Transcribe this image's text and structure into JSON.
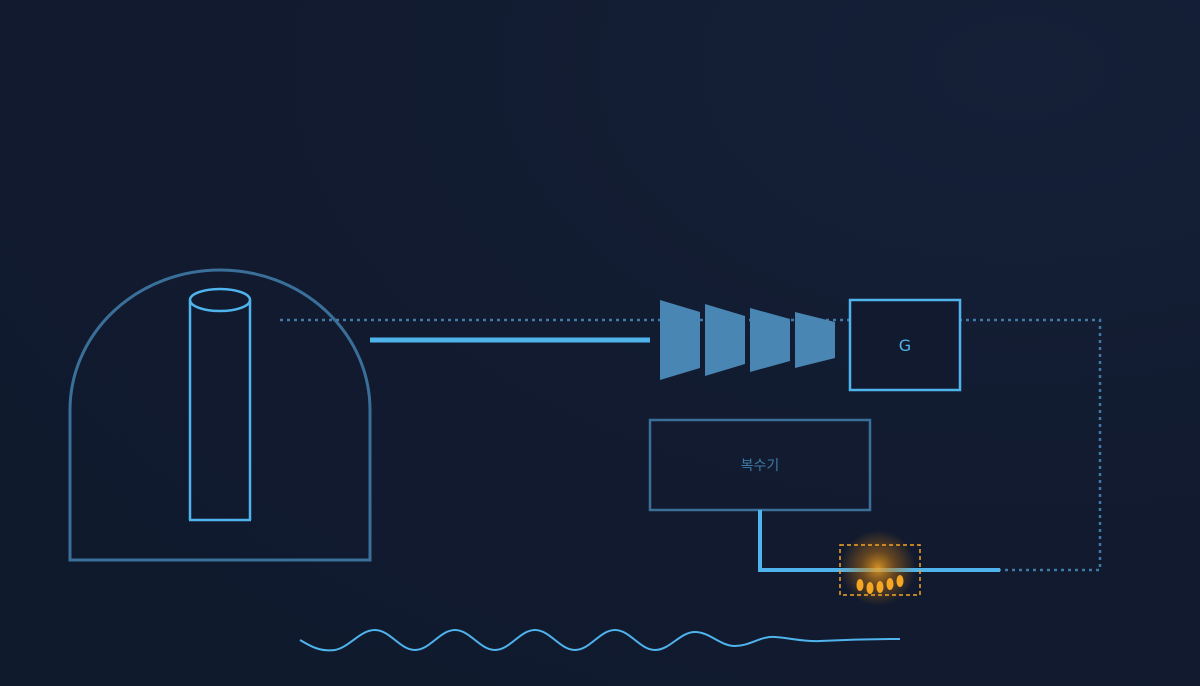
{
  "diagram": {
    "generator": {
      "label": "G"
    },
    "condenser": {
      "label": "복수기"
    },
    "colors": {
      "background": "#111a2e",
      "structure": "#3a6f99",
      "pipe": "#4fb3ec",
      "turbine": "#4a86b3",
      "glow": "#f5a623"
    },
    "icons": [
      "containment-dome",
      "reactor-vessel",
      "steam-turbine",
      "generator",
      "condenser",
      "pump-heater",
      "water-wave"
    ]
  }
}
